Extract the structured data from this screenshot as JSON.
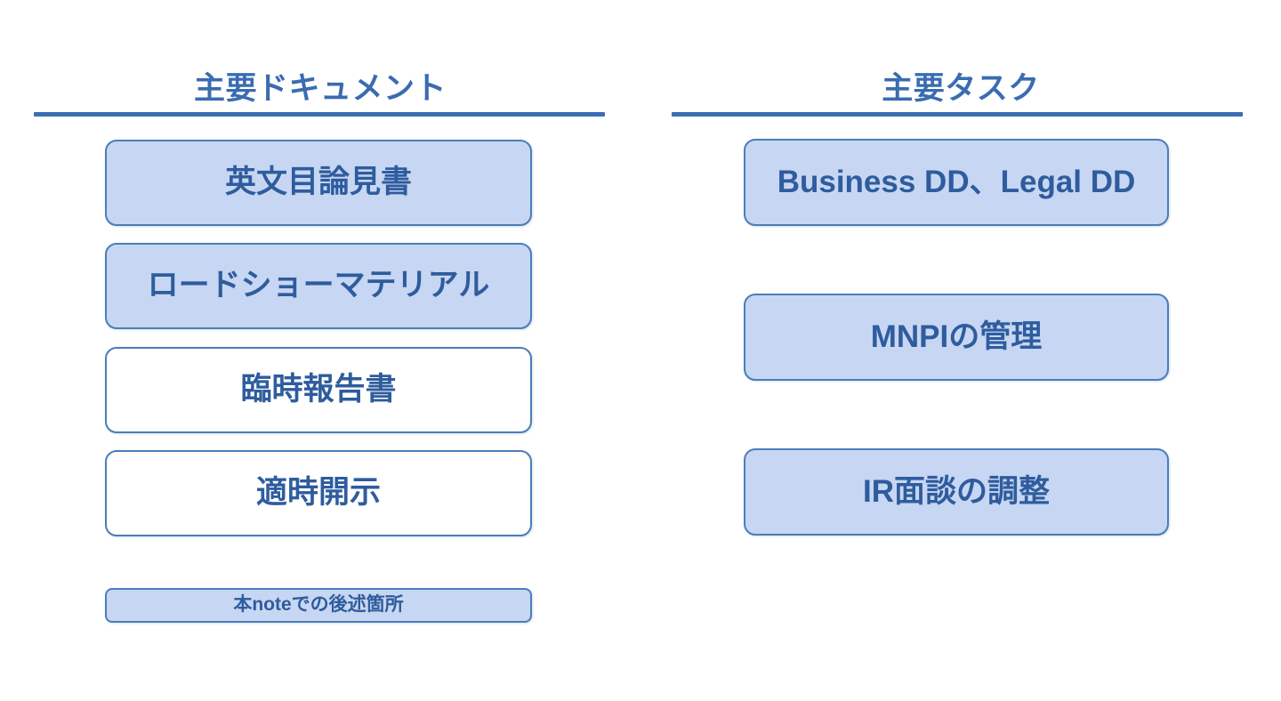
{
  "slide": {
    "background_color": "#ffffff",
    "accent_color": "#3a6db5",
    "heading_color": "#3a6cb0",
    "box_text_color": "#2e5c9e",
    "box_fill_color": "#c7d6f2",
    "box_border_color": "#4a7ebb"
  },
  "columns": [
    {
      "heading": "主要ドキュメント",
      "items": [
        {
          "label": "英文目論見書",
          "style": "filled"
        },
        {
          "label": "ロードショーマテリアル",
          "style": "filled"
        },
        {
          "label": "臨時報告書",
          "style": "hollow"
        },
        {
          "label": "適時開示",
          "style": "hollow"
        }
      ],
      "legend": {
        "label": "本noteでの後述箇所",
        "style": "filled"
      }
    },
    {
      "heading": "主要タスク",
      "items": [
        {
          "label": "Business DD、Legal DD",
          "style": "filled"
        },
        {
          "label": "MNPIの管理",
          "style": "filled"
        },
        {
          "label": "IR面談の調整",
          "style": "filled"
        }
      ]
    }
  ]
}
